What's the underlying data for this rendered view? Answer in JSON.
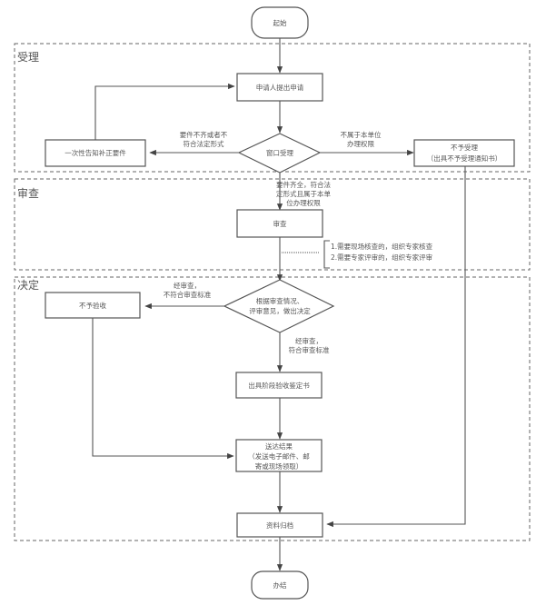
{
  "lanes": [
    {
      "id": "accept",
      "title": "受理"
    },
    {
      "id": "review",
      "title": "审查"
    },
    {
      "id": "decide",
      "title": "决定"
    }
  ],
  "nodes": {
    "start": "起始",
    "apply": "申请人提出申请",
    "window": "窗口受理",
    "supplement": "一次性告知补正要件",
    "reject_accept": [
      "不予受理",
      "（出具不予受理通知书）"
    ],
    "review": "审查",
    "decision": [
      "根据审查情况、",
      "评审意见，做出决定"
    ],
    "reject_check": "不予验收",
    "issue_cert": "出具阶段验收鉴定书",
    "deliver": [
      "送达结果",
      "（发送电子邮件、邮",
      "寄或现场领取）"
    ],
    "archive": "资料归档",
    "end": "办结"
  },
  "edge_labels": {
    "incomplete": [
      "要件不齐或者不",
      "符合法定形式"
    ],
    "out_of_scope": [
      "不属于本单位",
      "办理权限"
    ],
    "complete": [
      "要件齐全，符合法",
      "定形式且属于本单",
      "位办理权限"
    ],
    "fail_review": [
      "经审查，",
      "不符合审查标准"
    ],
    "pass_review": [
      "经审查，",
      "符合审查标准"
    ]
  },
  "annotation": {
    "lines": [
      "1.需要现场核查的，组织专家核查",
      "2.需要专家评审的，组织专家评审"
    ]
  }
}
